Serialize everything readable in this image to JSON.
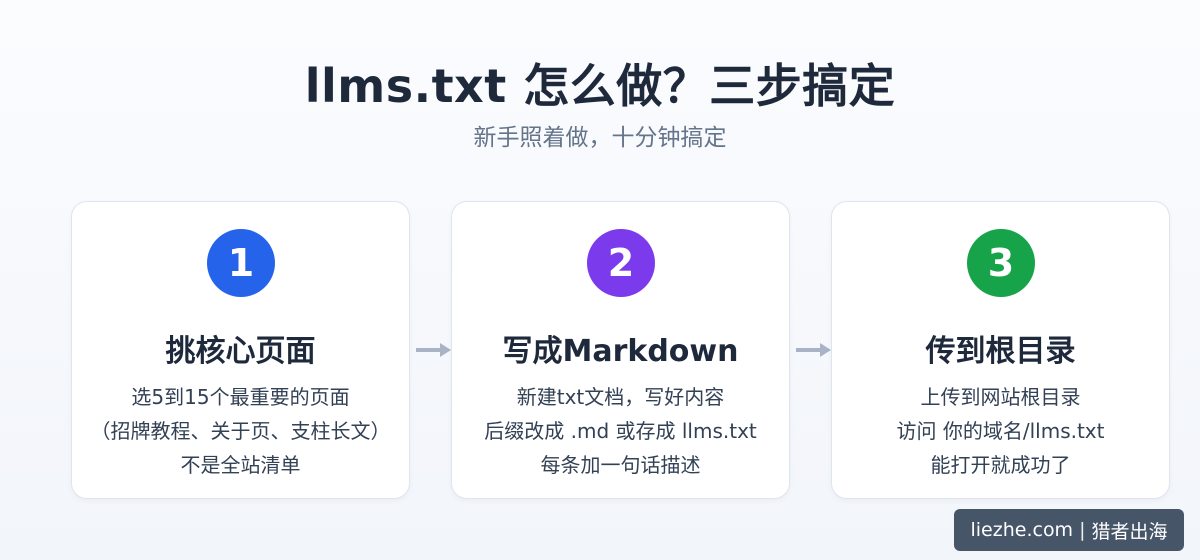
{
  "header": {
    "title": "llms.txt 怎么做？三步搞定",
    "subtitle": "新手照着做，十分钟搞定"
  },
  "steps": [
    {
      "number": "1",
      "color": "#2563eb",
      "title": "挑核心页面",
      "lines": [
        "选5到15个最重要的页面",
        "（招牌教程、关于页、支柱长文）",
        "不是全站清单"
      ]
    },
    {
      "number": "2",
      "color": "#7c3aed",
      "title": "写成Markdown",
      "lines": [
        "新建txt文档，写好内容",
        "后缀改成 .md 或存成 llms.txt",
        "每条加一句话描述"
      ]
    },
    {
      "number": "3",
      "color": "#16a34a",
      "title": "传到根目录",
      "lines": [
        "上传到网站根目录",
        "访问 你的域名/llms.txt",
        "能打开就成功了"
      ]
    }
  ],
  "arrow_color": "#a8b4c6",
  "watermark": {
    "site": "liezhe.com",
    "separator": "|",
    "name": "猎者出海"
  }
}
